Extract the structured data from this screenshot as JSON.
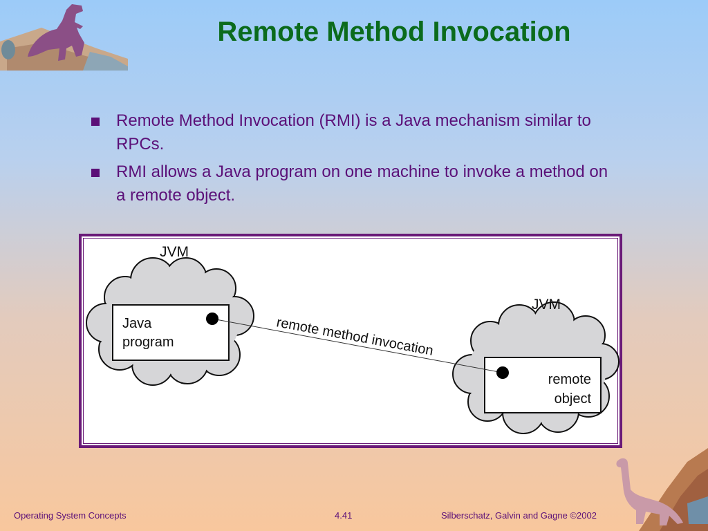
{
  "slide": {
    "title": "Remote Method Invocation",
    "bullets": [
      "Remote Method Invocation (RMI) is a Java mechanism similar to RPCs.",
      "RMI allows a Java program on one machine to invoke a method on a remote object."
    ]
  },
  "diagram": {
    "left_jvm_label": "JVM",
    "left_box_line1": "Java",
    "left_box_line2": "program",
    "right_jvm_label": "JVM",
    "right_box_line1": "remote",
    "right_box_line2": "object",
    "connection_label": "remote method invocation"
  },
  "footer": {
    "left": "Operating System Concepts",
    "center": "4.41",
    "right": "Silberschatz, Galvin and  Gagne ©2002"
  },
  "colors": {
    "title": "#0b6b1c",
    "text": "#5b1078",
    "frame": "#6a1a78",
    "cloud_fill": "#d6d6d8"
  }
}
